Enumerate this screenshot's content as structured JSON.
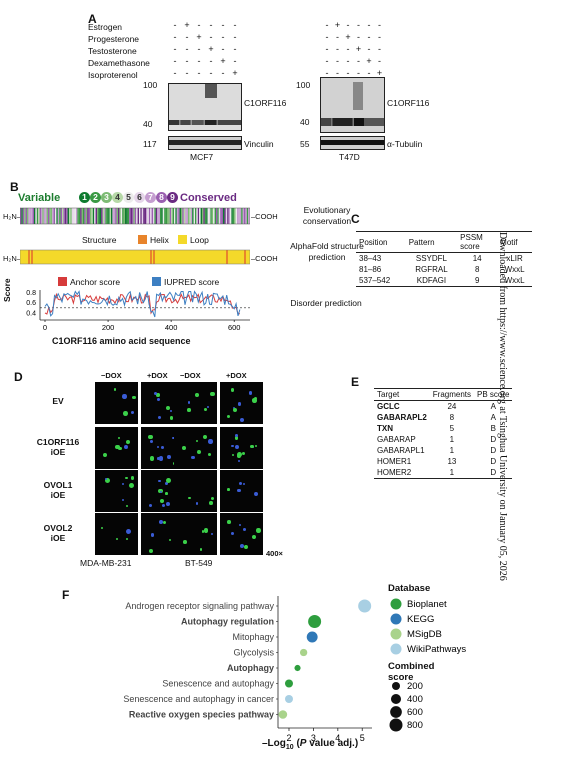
{
  "side_text": "Downloaded from https://www.science.org at Tsinghua University on January 05, 2026",
  "panelA": {
    "label": "A",
    "treatments": [
      "Estrogen",
      "Progesterone",
      "Testosterone",
      "Dexamethasone",
      "Isoproterenol"
    ],
    "matrix": [
      [
        "-",
        "+",
        "-",
        "-",
        "-",
        "-"
      ],
      [
        "-",
        "-",
        "+",
        "-",
        "-",
        "-"
      ],
      [
        "-",
        "-",
        "-",
        "+",
        "-",
        "-"
      ],
      [
        "-",
        "-",
        "-",
        "-",
        "+",
        "-"
      ],
      [
        "-",
        "-",
        "-",
        "-",
        "-",
        "+"
      ]
    ],
    "left": {
      "m100": "100",
      "m40": "40",
      "m117": "117",
      "protein": "C1ORF116",
      "loading": "Vinculin",
      "cell": "MCF7"
    },
    "right": {
      "m100": "100",
      "m40": "40",
      "m55": "55",
      "protein": "C1ORF116",
      "loading": "α-Tubulin",
      "cell": "T47D"
    }
  },
  "panelB": {
    "label": "B",
    "variable": "Variable",
    "conserved": "Conserved",
    "scale_numbers": [
      "1",
      "2",
      "3",
      "4",
      "5",
      "6",
      "7",
      "8",
      "9"
    ],
    "scale_colors": [
      "#0e7a2f",
      "#3a9a44",
      "#7dbb74",
      "#b7d9a8",
      "#ececec",
      "#e6d6ea",
      "#c59ed0",
      "#9a5fb0",
      "#6a2a82"
    ],
    "h2n": "H₂N–",
    "cooh": "–COOH",
    "evo_label": "Evolutionary conservation",
    "structure": "Structure",
    "helix": "Helix",
    "loop": "Loop",
    "helix_color": "#e8842b",
    "loop_color": "#f4d92a",
    "af_label": "AlphaFold structure prediction",
    "anchor": "Anchor score",
    "iupred": "IUPRED score",
    "anchor_color": "#d63b3b",
    "iupred_color": "#3d7fc2",
    "score_label": "Score",
    "yticks": [
      "0.8",
      "0.6",
      "0.4"
    ],
    "xticks": [
      "0",
      "200",
      "400",
      "600"
    ],
    "xlabel": "C1ORF116 amino acid sequence",
    "dis_label": "Disorder prediction"
  },
  "panelC": {
    "label": "C",
    "headers": [
      "Position",
      "Pattern",
      "PSSM score",
      "Motif"
    ],
    "rows": [
      [
        "38–43",
        "SSYDFL",
        "14",
        "xLIR"
      ],
      [
        "81–86",
        "RGFRAL",
        "8",
        "WxxL"
      ],
      [
        "537–542",
        "KDFAGI",
        "9",
        "WxxL"
      ]
    ]
  },
  "panelD": {
    "label": "D",
    "conds": [
      "−DOX",
      "+DOX",
      "−DOX",
      "+DOX"
    ],
    "rows": [
      [
        "EV"
      ],
      [
        "C1ORF116",
        "iOE"
      ],
      [
        "OVOL1",
        "iOE"
      ],
      [
        "OVOL2",
        "iOE"
      ]
    ],
    "cells": [
      "MDA-MB-231",
      "BT-549"
    ],
    "mag": "400×"
  },
  "panelE": {
    "label": "E",
    "headers": [
      "Target",
      "Fragments",
      "PB score"
    ],
    "rows": [
      [
        "GCLC",
        "24",
        "A"
      ],
      [
        "GABARAPL2",
        "8",
        "A"
      ],
      [
        "TXN",
        "5",
        "B"
      ],
      [
        "GABARAP",
        "1",
        "D"
      ],
      [
        "GABARAPL1",
        "1",
        "D"
      ],
      [
        "HOMER1",
        "13",
        "D"
      ],
      [
        "HOMER2",
        "1",
        "D"
      ]
    ],
    "bold": [
      true,
      true,
      true,
      false,
      false,
      false,
      false
    ]
  },
  "panelF": {
    "label": "F",
    "legend_db_title": "Database",
    "legend_size_title": "Combined score",
    "xlabel_pre": "–Log",
    "xlabel_sub": "10",
    "xlabel_post": " (",
    "xlabel_p": "P",
    "xlabel_end": " value adj.)",
    "colors": {
      "Bioplanet": "#2e9e3e",
      "KEGG": "#2f78b7",
      "MSigDB": "#a9d38b",
      "WikiPathways": "#a8cfe3"
    }
  },
  "chart_data": {
    "type": "scatter",
    "categories": [
      "Androgen receptor signaling pathway",
      "Autophagy regulation",
      "Mitophagy",
      "Glycolysis",
      "Autophagy",
      "Senescence and autophagy",
      "Senescence and autophagy in cancer",
      "Reactive oxygen species pathway"
    ],
    "bold": [
      false,
      true,
      false,
      false,
      true,
      false,
      false,
      true
    ],
    "x": [
      5.1,
      3.05,
      2.95,
      2.6,
      2.35,
      2.0,
      2.0,
      1.75
    ],
    "database": [
      "WikiPathways",
      "Bioplanet",
      "KEGG",
      "MSigDB",
      "Bioplanet",
      "Bioplanet",
      "WikiPathways",
      "MSigDB"
    ],
    "combined_score": [
      800,
      800,
      500,
      150,
      80,
      200,
      200,
      250
    ],
    "series": [
      {
        "name": "Bioplanet"
      },
      {
        "name": "KEGG"
      },
      {
        "name": "MSigDB"
      },
      {
        "name": "WikiPathways"
      }
    ],
    "size_legend": [
      200,
      400,
      600,
      800
    ],
    "xticks": [
      2,
      3,
      4,
      5
    ],
    "xlim": [
      1.55,
      5.4
    ]
  }
}
